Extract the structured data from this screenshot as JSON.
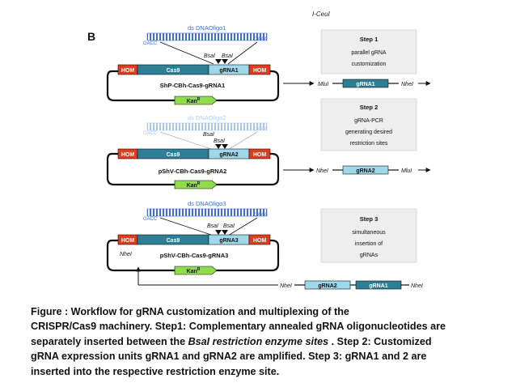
{
  "diagram": {
    "top_label": "I-CeuI",
    "panel_label": "B",
    "oligos": [
      {
        "label": "ds DNAOligo1",
        "left_seq": "GACC",
        "right_seq": "CAAA",
        "faded": false
      },
      {
        "label": "ds DNAOligo2",
        "left_seq": "GACC",
        "right_seq": "CAAA",
        "faded": true
      },
      {
        "label": "ds DNAOligo3",
        "left_seq": "GACC",
        "right_seq": "CAAA",
        "faded": false
      }
    ],
    "bsai_label": "BsaI",
    "plasmids": [
      {
        "hom_left": "HOM",
        "cas9": "Cas9",
        "grna": "gRNA1",
        "hom_right": "HOM",
        "name": "ShP-CBh-Cas9-gRNA1",
        "kan": "Kan"
      },
      {
        "hom_left": "HOM",
        "cas9": "Cas9",
        "grna": "gRNA2",
        "hom_right": "HOM",
        "name": "pShV-CBh-Cas9-gRNA2",
        "kan": "Kan"
      },
      {
        "hom_left": "HOM",
        "cas9": "Cas9",
        "grna": "gRNA3",
        "hom_right": "HOM",
        "name": "pShV-CBh-Cas9-gRNA3",
        "kan": "Kan",
        "site": "NheI"
      }
    ],
    "kan_superscript": "R",
    "steps": [
      {
        "title": "Step 1",
        "lines": [
          "parallel gRNA",
          "customization"
        ]
      },
      {
        "title": "Step 2",
        "lines": [
          "gRNA-PCR",
          "generating desired",
          "restriction sites"
        ]
      },
      {
        "title": "Step 3",
        "lines": [
          "simultaneous",
          "insertion of",
          "gRNAs"
        ]
      }
    ],
    "products": [
      {
        "left_site": "MluI",
        "insert": "gRNA1",
        "right_site": "NheI"
      },
      {
        "left_site": "NheI",
        "insert": "gRNA2",
        "right_site": "MluI"
      }
    ],
    "final": {
      "left_site": "NheI",
      "insert_1": "gRNA2",
      "insert_2": "gRNA1",
      "right_site": "NheI"
    }
  },
  "caption": {
    "line1": "Figure : Workflow for gRNA customization and multiplexing of the",
    "line2": "CRISPR/Cas9 machinery. Step1: Complementary annealed gRNA oligonucleotides are",
    "line3_pre": "separately inserted between the ",
    "line3_italic": "BsaI restriction enzyme sites",
    "line3_post": " . Step 2: Customized",
    "line4": "gRNA expression units gRNA1 and gRNA2 are amplified. Step 3: gRNA1 and 2 are",
    "line5": "inserted into the respective restriction enzyme site."
  },
  "colors": {
    "hom": "#e23b1f",
    "cas9": "#2d7f95",
    "grna": "#9fd8ea",
    "kan": "#8fdc4d",
    "oligo": "#3b6fd4",
    "step_box": "#eeeeee",
    "line": "#111111"
  }
}
